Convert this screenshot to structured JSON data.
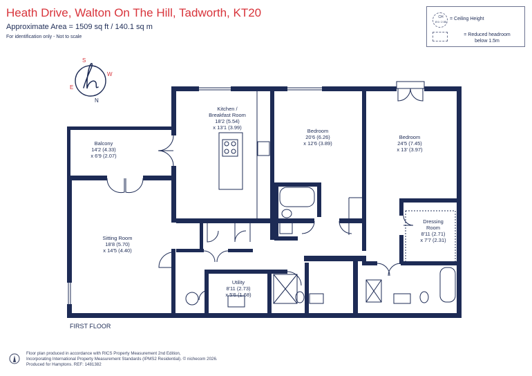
{
  "header": {
    "title": "Heath Drive, Walton On The Hill, Tadworth, KT20",
    "area": "Approximate Area = 1509 sq ft / 140.1 sq m",
    "note": "For identification only - Not to scale"
  },
  "legend": {
    "ch_label": "CH",
    "ch_value": "8'4 / 2.55",
    "ceiling_text": "= Ceiling Height",
    "reduced_text": "= Reduced headroom\nbelow 1.5m"
  },
  "compass": {
    "s": "S",
    "w": "W",
    "e": "E",
    "n": "N"
  },
  "rooms": {
    "kitchen": "Kitchen /\nBreakfast Room\n18'2 (5.54)\nx 13'1 (3.99)",
    "balcony": "Balcony\n14'2 (4.33)\nx 6'9 (2.07)",
    "bedroom1": "Bedroom\n20'6 (6.26)\nx 12'6 (3.89)",
    "bedroom2": "Bedroom\n24'5 (7.45)\nx 13' (3.97)",
    "sitting": "Sitting Room\n18'8 (5.70)\nx 14'5 (4.40)",
    "dressing": "Dressing\nRoom\n8'11 (2.71)\nx 7'7 (2.31)",
    "utility": "Utility\n8'11 (2.73)\nx 5'6 (1.68)"
  },
  "floor_label": "FIRST FLOOR",
  "footer": {
    "line1": "Floor plan produced in accordance with RICS Property Measurement 2nd Edition,",
    "line2": "Incorporating International Property Measurement Standards (IPMS2 Residential).  © nichecom 2026.",
    "line3": "Produced for Hamptons.   REF: 1481382"
  },
  "colors": {
    "wall": "#1d2b55",
    "title": "#d8343b"
  }
}
